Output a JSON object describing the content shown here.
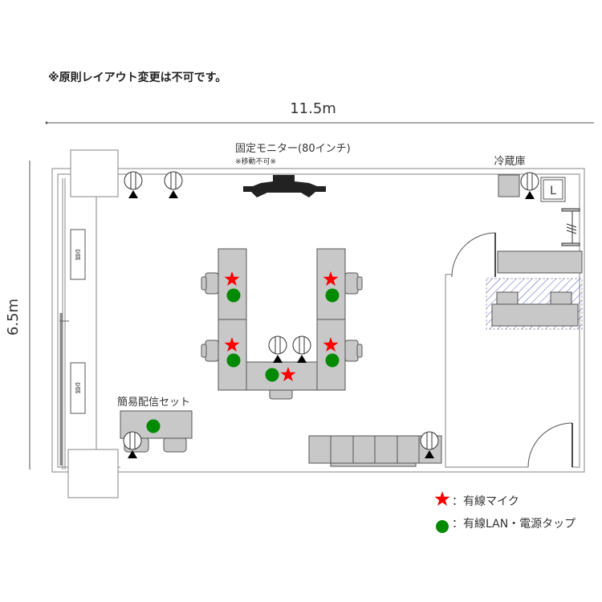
{
  "notice": "※原則レイアウト変更は不可です。",
  "dimensions": {
    "width": "11.5m",
    "height": "6.5m"
  },
  "labels": {
    "monitor": "固定モニター(80インチ)",
    "monitor_note": "※移動不可※",
    "fridge": "冷蔵庫",
    "fridge_box": "L",
    "aircon_1": "空調",
    "aircon_2": "空調",
    "streaming_set": "簡易配信セット"
  },
  "legend": [
    {
      "symbol": "star",
      "color": "#ff0000",
      "label": "：有線マイク"
    },
    {
      "symbol": "circle",
      "color": "#008a00",
      "label": "：有線LAN・電源タップ"
    }
  ],
  "colors": {
    "mic": "#ff0000",
    "lan": "#008a00",
    "furniture": "#c8c8c8",
    "monitor": "#222222",
    "hatch": "#5555cc"
  }
}
